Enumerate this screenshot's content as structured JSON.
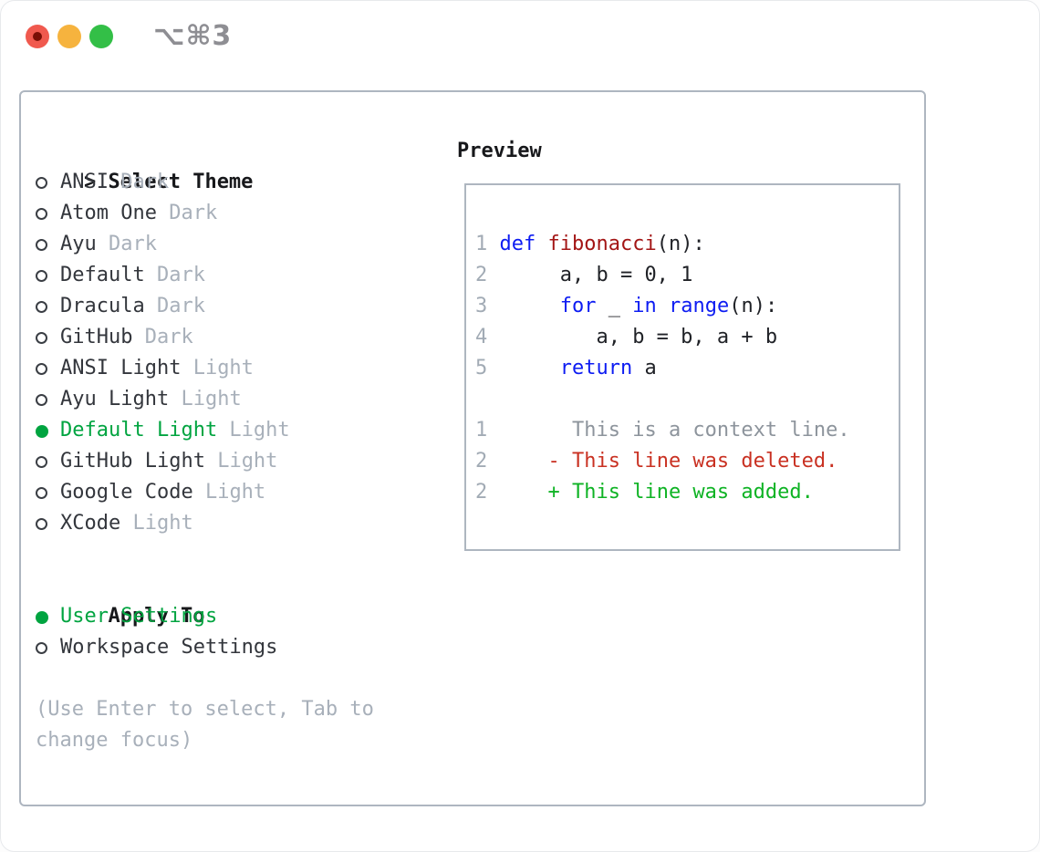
{
  "window": {
    "shortcut_label": "⌥⌘3",
    "close_dot_color": "#7a0f06",
    "traffic_lights": [
      {
        "name": "close",
        "color": "#f0594e"
      },
      {
        "name": "minimize",
        "color": "#f6b33e"
      },
      {
        "name": "zoom",
        "color": "#33bf47"
      }
    ]
  },
  "select_theme": {
    "prompt": ">",
    "heading": "Select Theme",
    "items": [
      {
        "name": "ANSI",
        "tag": "Dark",
        "selected": false
      },
      {
        "name": "Atom One",
        "tag": "Dark",
        "selected": false
      },
      {
        "name": "Ayu",
        "tag": "Dark",
        "selected": false
      },
      {
        "name": "Default",
        "tag": "Dark",
        "selected": false
      },
      {
        "name": "Dracula",
        "tag": "Dark",
        "selected": false
      },
      {
        "name": "GitHub",
        "tag": "Dark",
        "selected": false
      },
      {
        "name": "ANSI Light",
        "tag": "Light",
        "selected": false
      },
      {
        "name": "Ayu Light",
        "tag": "Light",
        "selected": false
      },
      {
        "name": "Default Light",
        "tag": "Light",
        "selected": true
      },
      {
        "name": "GitHub Light",
        "tag": "Light",
        "selected": false
      },
      {
        "name": "Google Code",
        "tag": "Light",
        "selected": false
      },
      {
        "name": "XCode",
        "tag": "Light",
        "selected": false
      }
    ]
  },
  "apply_to": {
    "heading": "Apply To",
    "items": [
      {
        "label": "User Settings",
        "selected": true
      },
      {
        "label": "Workspace Settings",
        "selected": false
      }
    ]
  },
  "help": {
    "lines": [
      "(Use Enter to select, Tab to",
      "change focus)"
    ]
  },
  "preview": {
    "heading": "Preview",
    "code_lines": [
      {
        "num": "1",
        "tokens": [
          [
            "def",
            "kw"
          ],
          [
            " ",
            "pl"
          ],
          [
            "fibonacci",
            "fn"
          ],
          [
            "(n):",
            "pl"
          ]
        ]
      },
      {
        "num": "2",
        "tokens": [
          [
            "     a, b = 0, 1",
            "pl"
          ]
        ]
      },
      {
        "num": "3",
        "tokens": [
          [
            "     ",
            "pl"
          ],
          [
            "for",
            "kw"
          ],
          [
            " _ ",
            "pl"
          ],
          [
            "in",
            "kw"
          ],
          [
            " ",
            "pl"
          ],
          [
            "range",
            "kw"
          ],
          [
            "(n):",
            "pl"
          ]
        ]
      },
      {
        "num": "4",
        "tokens": [
          [
            "        a, b = b, a + b",
            "pl"
          ]
        ]
      },
      {
        "num": "5",
        "tokens": [
          [
            "     ",
            "pl"
          ],
          [
            "return",
            "kw"
          ],
          [
            " a",
            "pl"
          ]
        ]
      }
    ],
    "diff_lines": [
      {
        "num": "1",
        "marker": " ",
        "text": "This is a context line.",
        "kind": "context"
      },
      {
        "num": "2",
        "marker": "-",
        "text": "This line was deleted.",
        "kind": "deleted"
      },
      {
        "num": "2",
        "marker": "+",
        "text": "This line was added.",
        "kind": "added"
      }
    ]
  },
  "colors": {
    "accent-green": "#00a440",
    "keyword-blue": "#0d1cf2",
    "function-red": "#a31515",
    "deleted-red": "#c93122",
    "added-green": "#0eb324",
    "muted-gray": "#a8b0ba",
    "text-dark": "#33363c",
    "heading-dark": "#17181b",
    "line-number-gray": "#a2abb5",
    "context-gray": "#8d949c",
    "border-gray": "#aeb6c0"
  }
}
